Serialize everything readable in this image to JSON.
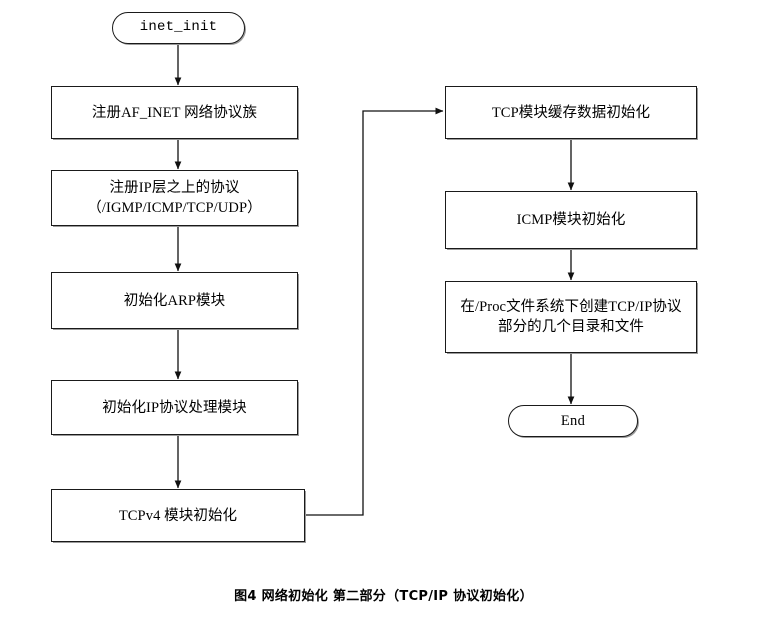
{
  "figure": {
    "caption": "图4  网络初始化  第二部分（TCP/IP 协议初始化）",
    "type": "flowchart",
    "orientation": "two-column, top-to-bottom"
  },
  "nodes": {
    "inet_init": {
      "shape": "terminator",
      "label": "inet_init"
    },
    "register_af_inet": {
      "shape": "process",
      "label": "注册AF_INET  网络协议族"
    },
    "register_upper_ip": {
      "shape": "process",
      "label": "注册IP层之上的协议\n（/IGMP/ICMP/TCP/UDP）"
    },
    "init_arp": {
      "shape": "process",
      "label": "初始化ARP模块"
    },
    "init_ip": {
      "shape": "process",
      "label": "初始化IP协议处理模块"
    },
    "init_tcpv4": {
      "shape": "process",
      "label": "TCPv4  模块初始化"
    },
    "tcp_cache": {
      "shape": "process",
      "label": "TCP模块缓存数据初始化"
    },
    "init_icmp": {
      "shape": "process",
      "label": "ICMP模块初始化"
    },
    "create_proc": {
      "shape": "process",
      "label": "在/Proc文件系统下创建TCP/IP协议\n部分的几个目录和文件"
    },
    "end": {
      "shape": "terminator",
      "label": "End"
    }
  },
  "edges": [
    {
      "from": "inet_init",
      "to": "register_af_inet",
      "style": "straight-down"
    },
    {
      "from": "register_af_inet",
      "to": "register_upper_ip",
      "style": "straight-down"
    },
    {
      "from": "register_upper_ip",
      "to": "init_arp",
      "style": "straight-down"
    },
    {
      "from": "init_arp",
      "to": "init_ip",
      "style": "straight-down"
    },
    {
      "from": "init_ip",
      "to": "init_tcpv4",
      "style": "straight-down"
    },
    {
      "from": "init_tcpv4",
      "to": "tcp_cache",
      "style": "right-up-right"
    },
    {
      "from": "tcp_cache",
      "to": "init_icmp",
      "style": "straight-down"
    },
    {
      "from": "init_icmp",
      "to": "create_proc",
      "style": "straight-down"
    },
    {
      "from": "create_proc",
      "to": "end",
      "style": "straight-down"
    }
  ],
  "colors": {
    "stroke": "#1a1a1a",
    "shadow": "#9a9a9a",
    "background": "#ffffff",
    "text": "#000000"
  }
}
